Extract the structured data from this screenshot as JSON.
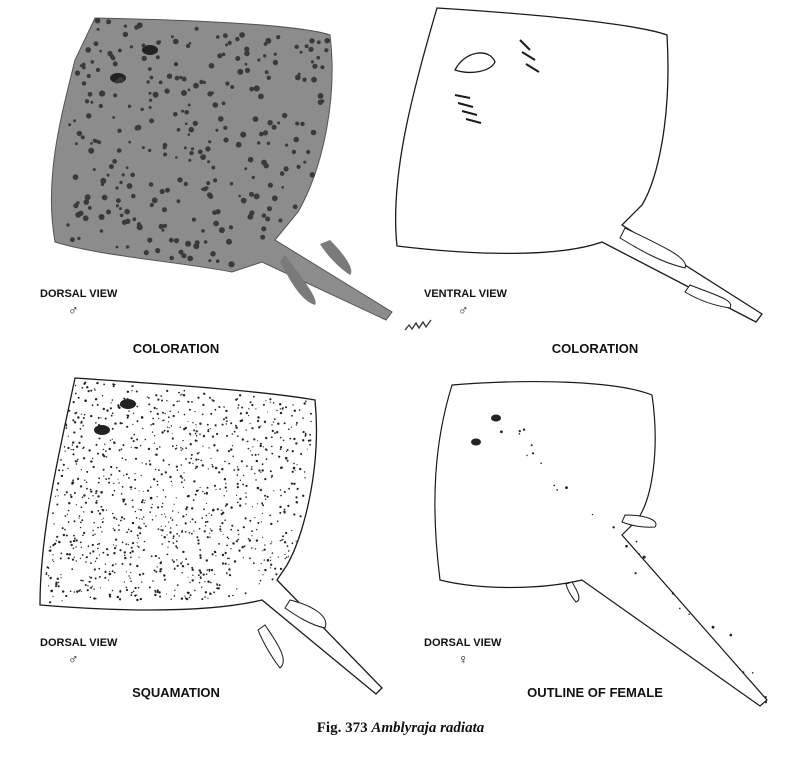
{
  "figures": [
    {
      "id": "dorsal-coloration",
      "view": "DORSAL VIEW",
      "sex": "♂",
      "caption": "COLORATION"
    },
    {
      "id": "ventral-coloration",
      "view": "VENTRAL VIEW",
      "sex": "♂",
      "caption": "COLORATION"
    },
    {
      "id": "dorsal-squamation",
      "view": "DORSAL VIEW",
      "sex": "♂",
      "caption": "SQUAMATION"
    },
    {
      "id": "dorsal-female",
      "view": "DORSAL VIEW",
      "sex": "♀",
      "caption": "OUTLINE OF FEMALE"
    }
  ],
  "figure_caption": {
    "number": "Fig. 373",
    "species": "Amblyraja radiata"
  },
  "colors": {
    "ink": "#1a1a1a",
    "shade": "#8c8c8c",
    "spot": "#3a3a3a"
  }
}
